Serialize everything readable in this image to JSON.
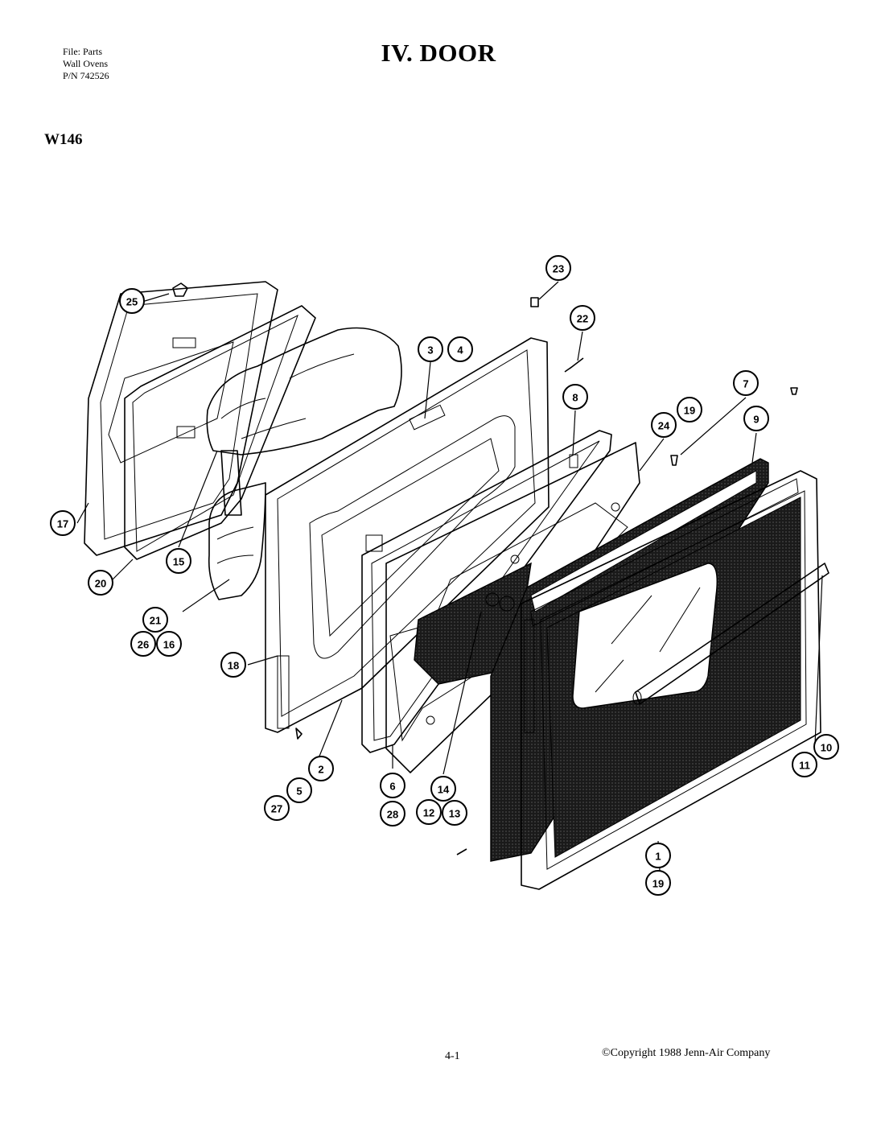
{
  "header": {
    "file_info": [
      "File: Parts",
      "Wall Ovens",
      "P/N 742526"
    ],
    "title": "IV. DOOR",
    "model": "W146"
  },
  "footer": {
    "page_number": "4-1",
    "copyright": "©Copyright 1988 Jenn-Air Company"
  },
  "callouts": [
    {
      "label": "25"
    },
    {
      "label": "23"
    },
    {
      "label": "22"
    },
    {
      "label": "3"
    },
    {
      "label": "4"
    },
    {
      "label": "8"
    },
    {
      "label": "7"
    },
    {
      "label": "24"
    },
    {
      "label": "19"
    },
    {
      "label": "9"
    },
    {
      "label": "17"
    },
    {
      "label": "15"
    },
    {
      "label": "20"
    },
    {
      "label": "21"
    },
    {
      "label": "26"
    },
    {
      "label": "16"
    },
    {
      "label": "18"
    },
    {
      "label": "2"
    },
    {
      "label": "5"
    },
    {
      "label": "27"
    },
    {
      "label": "6"
    },
    {
      "label": "28"
    },
    {
      "label": "14"
    },
    {
      "label": "12"
    },
    {
      "label": "13"
    },
    {
      "label": "11"
    },
    {
      "label": "10"
    },
    {
      "label": "1"
    },
    {
      "label": "19"
    }
  ],
  "colors": {
    "ink": "#000000",
    "paper": "#ffffff",
    "glass_dark": "#2a2a2a"
  }
}
